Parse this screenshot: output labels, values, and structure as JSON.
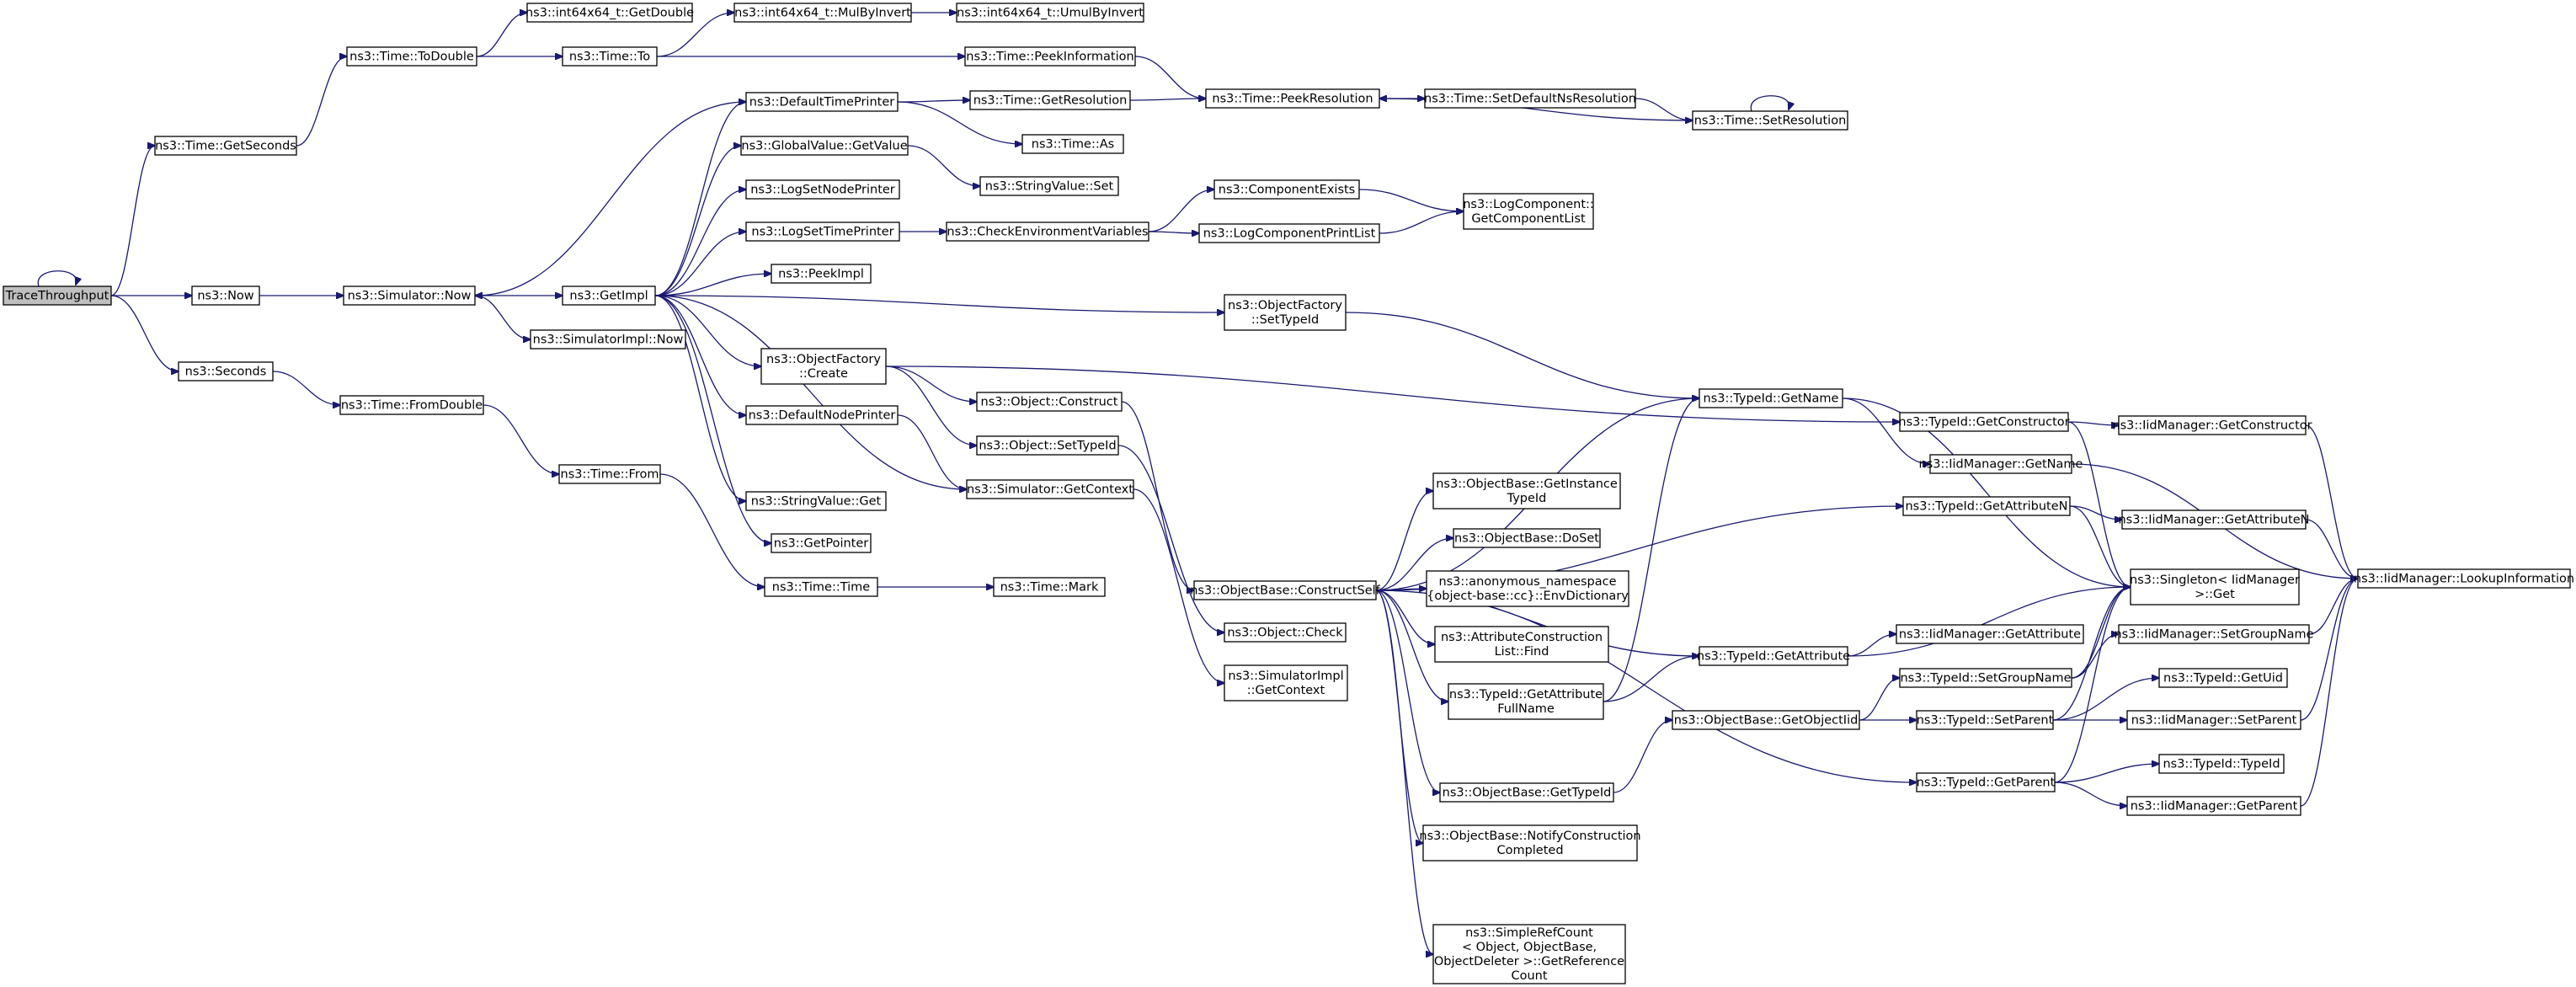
{
  "title": "",
  "colors": {
    "edge": "#191970",
    "node_border": "#000000",
    "root_fill": "#bfbfbf",
    "node_fill": "#ffffff"
  },
  "nodes": [
    {
      "id": "trace",
      "lines": [
        "TraceThroughput"
      ],
      "root": true
    },
    {
      "id": "now",
      "lines": [
        "ns3::Now"
      ]
    },
    {
      "id": "seconds",
      "lines": [
        "ns3::Seconds"
      ]
    },
    {
      "id": "getseconds",
      "lines": [
        "ns3::Time::GetSeconds"
      ]
    },
    {
      "id": "todouble",
      "lines": [
        "ns3::Time::ToDouble"
      ]
    },
    {
      "id": "getdouble",
      "lines": [
        "ns3::int64x64_t::GetDouble"
      ]
    },
    {
      "id": "timeto",
      "lines": [
        "ns3::Time::To"
      ]
    },
    {
      "id": "mulbyinvert",
      "lines": [
        "ns3::int64x64_t::MulByInvert"
      ]
    },
    {
      "id": "umulbyinvert",
      "lines": [
        "ns3::int64x64_t::UmulByInvert"
      ]
    },
    {
      "id": "peekinfo",
      "lines": [
        "ns3::Time::PeekInformation"
      ]
    },
    {
      "id": "peekres",
      "lines": [
        "ns3::Time::PeekResolution"
      ]
    },
    {
      "id": "setdefaultns",
      "lines": [
        "ns3::Time::SetDefaultNsResolution"
      ]
    },
    {
      "id": "setres",
      "lines": [
        "ns3::Time::SetResolution"
      ]
    },
    {
      "id": "simnow",
      "lines": [
        "ns3::Simulator::Now"
      ]
    },
    {
      "id": "simimplnow",
      "lines": [
        "ns3::SimulatorImpl::Now"
      ]
    },
    {
      "id": "getimpl",
      "lines": [
        "ns3::GetImpl"
      ]
    },
    {
      "id": "deftimeprinter",
      "lines": [
        "ns3::DefaultTimePrinter"
      ]
    },
    {
      "id": "gettimeres",
      "lines": [
        "ns3::Time::GetResolution"
      ]
    },
    {
      "id": "timeas",
      "lines": [
        "ns3::Time::As"
      ]
    },
    {
      "id": "gvgetvalue",
      "lines": [
        "ns3::GlobalValue::GetValue"
      ]
    },
    {
      "id": "strvalset",
      "lines": [
        "ns3::StringValue::Set"
      ]
    },
    {
      "id": "logsetnode",
      "lines": [
        "ns3::LogSetNodePrinter"
      ]
    },
    {
      "id": "logsettime",
      "lines": [
        "ns3::LogSetTimePrinter"
      ]
    },
    {
      "id": "checkenv",
      "lines": [
        "ns3::CheckEnvironmentVariables"
      ]
    },
    {
      "id": "compexists",
      "lines": [
        "ns3::ComponentExists"
      ]
    },
    {
      "id": "logprintlist",
      "lines": [
        "ns3::LogComponentPrintList"
      ]
    },
    {
      "id": "getcomplist",
      "lines": [
        "ns3::LogComponent::",
        "GetComponentList"
      ]
    },
    {
      "id": "peekimpl",
      "lines": [
        "ns3::PeekImpl"
      ]
    },
    {
      "id": "ofsettypeid",
      "lines": [
        "ns3::ObjectFactory",
        "::SetTypeId"
      ]
    },
    {
      "id": "ofcreate",
      "lines": [
        "ns3::ObjectFactory",
        "::Create"
      ]
    },
    {
      "id": "objconstruct",
      "lines": [
        "ns3::Object::Construct"
      ]
    },
    {
      "id": "objsettypeid",
      "lines": [
        "ns3::Object::SetTypeId"
      ]
    },
    {
      "id": "defnodeprinter",
      "lines": [
        "ns3::DefaultNodePrinter"
      ]
    },
    {
      "id": "simgetcontext",
      "lines": [
        "ns3::Simulator::GetContext"
      ]
    },
    {
      "id": "strvalget",
      "lines": [
        "ns3::StringValue::Get"
      ]
    },
    {
      "id": "getpointer",
      "lines": [
        "ns3::GetPointer"
      ]
    },
    {
      "id": "timefromdouble",
      "lines": [
        "ns3::Time::FromDouble"
      ]
    },
    {
      "id": "timefrom",
      "lines": [
        "ns3::Time::From"
      ]
    },
    {
      "id": "timetime",
      "lines": [
        "ns3::Time::Time"
      ]
    },
    {
      "id": "timemark",
      "lines": [
        "ns3::Time::Mark"
      ]
    },
    {
      "id": "constructself",
      "lines": [
        "ns3::ObjectBase::ConstructSelf"
      ]
    },
    {
      "id": "objcheck",
      "lines": [
        "ns3::Object::Check"
      ]
    },
    {
      "id": "simimplgetctx",
      "lines": [
        "ns3::SimulatorImpl",
        "::GetContext"
      ]
    },
    {
      "id": "getinstancetid",
      "lines": [
        "ns3::ObjectBase::GetInstance",
        "TypeId"
      ]
    },
    {
      "id": "doset",
      "lines": [
        "ns3::ObjectBase::DoSet"
      ]
    },
    {
      "id": "envdict",
      "lines": [
        "ns3::anonymous_namespace",
        "{object-base::cc}::EnvDictionary"
      ]
    },
    {
      "id": "attrconsfind",
      "lines": [
        "ns3::AttributeConstruction",
        "List::Find"
      ]
    },
    {
      "id": "tidgetattrfull",
      "lines": [
        "ns3::TypeId::GetAttribute",
        "FullName"
      ]
    },
    {
      "id": "obgettypeid",
      "lines": [
        "ns3::ObjectBase::GetTypeId"
      ]
    },
    {
      "id": "notifycompleted",
      "lines": [
        "ns3::ObjectBase::NotifyConstruction",
        "Completed"
      ]
    },
    {
      "id": "simplerefcount",
      "lines": [
        "ns3::SimpleRefCount",
        "< Object, ObjectBase,",
        "ObjectDeleter >::GetReference",
        "Count"
      ]
    },
    {
      "id": "tidgetname",
      "lines": [
        "ns3::TypeId::GetName"
      ]
    },
    {
      "id": "tidgetattr",
      "lines": [
        "ns3::TypeId::GetAttribute"
      ]
    },
    {
      "id": "obgetobjtid",
      "lines": [
        "ns3::ObjectBase::GetObjectIid"
      ]
    },
    {
      "id": "tidgetconstructor",
      "lines": [
        "ns3::TypeId::GetConstructor"
      ]
    },
    {
      "id": "iidgetname",
      "lines": [
        "ns3::IidManager::GetName"
      ]
    },
    {
      "id": "tidgetattrn",
      "lines": [
        "ns3::TypeId::GetAttributeN"
      ]
    },
    {
      "id": "iidgetattribute",
      "lines": [
        "ns3::IidManager::GetAttribute"
      ]
    },
    {
      "id": "tidsetgroupname",
      "lines": [
        "ns3::TypeId::SetGroupName"
      ]
    },
    {
      "id": "tidsetparent",
      "lines": [
        "ns3::TypeId::SetParent"
      ]
    },
    {
      "id": "tidgetparent",
      "lines": [
        "ns3::TypeId::GetParent"
      ]
    },
    {
      "id": "iidgetconstructor",
      "lines": [
        "ns3::IidManager::GetConstructor"
      ]
    },
    {
      "id": "iidgetattributen",
      "lines": [
        "ns3::IidManager::GetAttributeN"
      ]
    },
    {
      "id": "singletonget",
      "lines": [
        "ns3::Singleton< IidManager",
        ">::Get"
      ]
    },
    {
      "id": "iidsetgroupname",
      "lines": [
        "ns3::IidManager::SetGroupName"
      ]
    },
    {
      "id": "tidgetuid",
      "lines": [
        "ns3::TypeId::GetUid"
      ]
    },
    {
      "id": "iidsetparent",
      "lines": [
        "ns3::IidManager::SetParent"
      ]
    },
    {
      "id": "tidtypeid",
      "lines": [
        "ns3::TypeId::TypeId"
      ]
    },
    {
      "id": "iidgetparent",
      "lines": [
        "ns3::IidManager::GetParent"
      ]
    },
    {
      "id": "iidlookup",
      "lines": [
        "ns3::IidManager::LookupInformation"
      ]
    }
  ],
  "edges": [
    [
      "trace",
      "trace"
    ],
    [
      "trace",
      "getseconds"
    ],
    [
      "trace",
      "now"
    ],
    [
      "trace",
      "seconds"
    ],
    [
      "getseconds",
      "todouble"
    ],
    [
      "todouble",
      "getdouble"
    ],
    [
      "todouble",
      "timeto"
    ],
    [
      "timeto",
      "mulbyinvert"
    ],
    [
      "mulbyinvert",
      "umulbyinvert"
    ],
    [
      "timeto",
      "peekinfo"
    ],
    [
      "peekinfo",
      "peekres"
    ],
    [
      "peekres",
      "setdefaultns"
    ],
    [
      "setdefaultns",
      "setres"
    ],
    [
      "setres",
      "setres"
    ],
    [
      "setres",
      "peekres"
    ],
    [
      "now",
      "simnow"
    ],
    [
      "simnow",
      "getimpl"
    ],
    [
      "simnow",
      "simimplnow"
    ],
    [
      "getimpl",
      "deftimeprinter"
    ],
    [
      "getimpl",
      "gvgetvalue"
    ],
    [
      "getimpl",
      "logsetnode"
    ],
    [
      "getimpl",
      "logsettime"
    ],
    [
      "getimpl",
      "peekimpl"
    ],
    [
      "getimpl",
      "ofsettypeid"
    ],
    [
      "getimpl",
      "ofcreate"
    ],
    [
      "getimpl",
      "defnodeprinter"
    ],
    [
      "getimpl",
      "strvalget"
    ],
    [
      "getimpl",
      "getpointer"
    ],
    [
      "getimpl",
      "simgetcontext"
    ],
    [
      "deftimeprinter",
      "simnow"
    ],
    [
      "deftimeprinter",
      "gettimeres"
    ],
    [
      "deftimeprinter",
      "timeas"
    ],
    [
      "gettimeres",
      "peekres"
    ],
    [
      "gvgetvalue",
      "strvalset"
    ],
    [
      "logsettime",
      "checkenv"
    ],
    [
      "checkenv",
      "compexists"
    ],
    [
      "checkenv",
      "logprintlist"
    ],
    [
      "compexists",
      "getcomplist"
    ],
    [
      "logprintlist",
      "getcomplist"
    ],
    [
      "ofsettypeid",
      "tidgetname"
    ],
    [
      "ofcreate",
      "objconstruct"
    ],
    [
      "ofcreate",
      "objsettypeid"
    ],
    [
      "ofcreate",
      "tidgetconstructor"
    ],
    [
      "objconstruct",
      "constructself"
    ],
    [
      "objsettypeid",
      "objcheck"
    ],
    [
      "defnodeprinter",
      "simgetcontext"
    ],
    [
      "simgetcontext",
      "simimplgetctx"
    ],
    [
      "seconds",
      "timefromdouble"
    ],
    [
      "timefromdouble",
      "timefrom"
    ],
    [
      "timefrom",
      "timetime"
    ],
    [
      "timetime",
      "timemark"
    ],
    [
      "constructself",
      "tidgetname"
    ],
    [
      "constructself",
      "tidgetattrn"
    ],
    [
      "constructself",
      "getinstancetid"
    ],
    [
      "constructself",
      "doset"
    ],
    [
      "constructself",
      "envdict"
    ],
    [
      "constructself",
      "attrconsfind"
    ],
    [
      "constructself",
      "tidgetattrfull"
    ],
    [
      "constructself",
      "tidgetattr"
    ],
    [
      "constructself",
      "obgettypeid"
    ],
    [
      "constructself",
      "notifycompleted"
    ],
    [
      "constructself",
      "simplerefcount"
    ],
    [
      "constructself",
      "tidgetparent"
    ],
    [
      "tidgetattrfull",
      "tidgetname"
    ],
    [
      "tidgetattrfull",
      "tidgetattr"
    ],
    [
      "obgettypeid",
      "obgetobjtid"
    ],
    [
      "obgetobjtid",
      "tidsetgroupname"
    ],
    [
      "obgetobjtid",
      "tidsetparent"
    ],
    [
      "tidgetname",
      "iidgetname"
    ],
    [
      "tidgetname",
      "singletonget"
    ],
    [
      "tidgetconstructor",
      "iidgetconstructor"
    ],
    [
      "tidgetconstructor",
      "singletonget"
    ],
    [
      "iidgetname",
      "iidlookup"
    ],
    [
      "tidgetattrn",
      "iidgetattributen"
    ],
    [
      "tidgetattrn",
      "singletonget"
    ],
    [
      "tidgetattr",
      "iidgetattribute"
    ],
    [
      "tidgetattr",
      "singletonget"
    ],
    [
      "tidsetgroupname",
      "iidsetgroupname"
    ],
    [
      "tidsetgroupname",
      "singletonget"
    ],
    [
      "tidsetparent",
      "tidgetuid"
    ],
    [
      "tidsetparent",
      "iidsetparent"
    ],
    [
      "tidsetparent",
      "singletonget"
    ],
    [
      "tidgetparent",
      "tidtypeid"
    ],
    [
      "tidgetparent",
      "iidgetparent"
    ],
    [
      "tidgetparent",
      "singletonget"
    ],
    [
      "iidgetconstructor",
      "iidlookup"
    ],
    [
      "iidgetattributen",
      "iidlookup"
    ],
    [
      "iidsetgroupname",
      "iidlookup"
    ],
    [
      "iidsetparent",
      "iidlookup"
    ],
    [
      "iidgetparent",
      "iidlookup"
    ]
  ]
}
